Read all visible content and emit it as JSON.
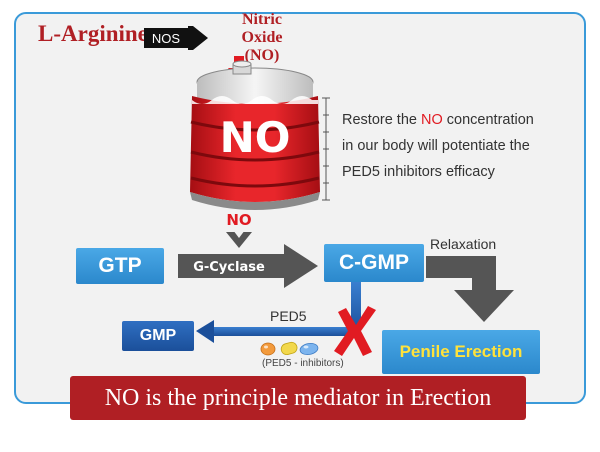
{
  "top": {
    "l_arginine": "L-Arginine",
    "nos": "NOS",
    "nitric_oxide_line1": "Nitric Oxide",
    "nitric_oxide_line2": "(NO)"
  },
  "tank": {
    "label": "NO"
  },
  "tank_output": {
    "label": "NO"
  },
  "note": {
    "line1_pre": "Restore the ",
    "line1_hl": "NO",
    "line1_post": " concentration",
    "line2": "in our body will potentiate the",
    "line3": "PED5 inhibitors efficacy"
  },
  "pathway": {
    "gtp": "GTP",
    "g_cyclase": "G-Cyclase",
    "cgmp": "C-GMP",
    "relaxation": "Relaxation",
    "ped5": "PED5",
    "gmp": "GMP",
    "inhibitors": "(PED5 - inhibitors)",
    "penile_erection": "Penile Erection"
  },
  "banner": {
    "text": "NO is the principle mediator in Erection"
  },
  "colors": {
    "red": "#b01f24",
    "blue": "#3a9ad9",
    "navy": "#1b4f9a",
    "grey_arrow": "#555555"
  }
}
